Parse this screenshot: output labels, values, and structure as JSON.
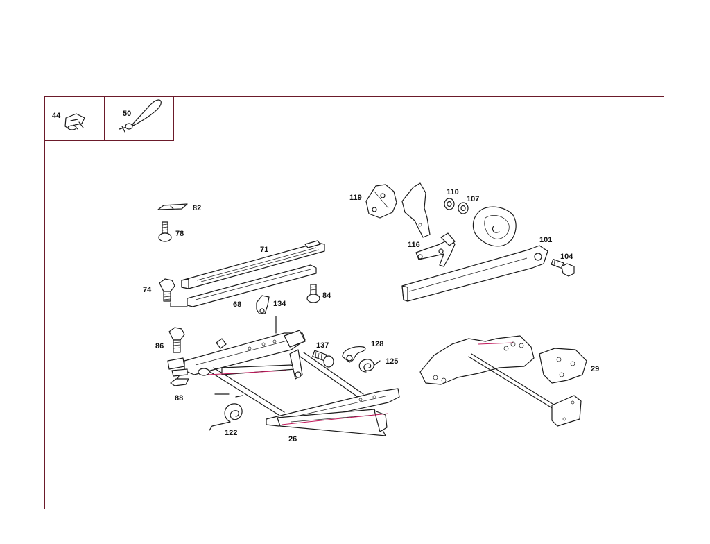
{
  "labels": {
    "p44": "44",
    "p50": "50",
    "p82": "82",
    "p78": "78",
    "p71": "71",
    "p74": "74",
    "p68": "68",
    "p134": "134",
    "p84": "84",
    "p86": "86",
    "p88": "88",
    "p122": "122",
    "p26": "26",
    "p137": "137",
    "p128": "128",
    "p125": "125",
    "p119": "119",
    "p110": "110",
    "p107": "107",
    "p116": "116",
    "p101": "101",
    "p104": "104",
    "p29": "29"
  },
  "colors": {
    "frame": "#6b1a2a",
    "accent": "#c2185b",
    "ink": "#1a1a1a"
  }
}
